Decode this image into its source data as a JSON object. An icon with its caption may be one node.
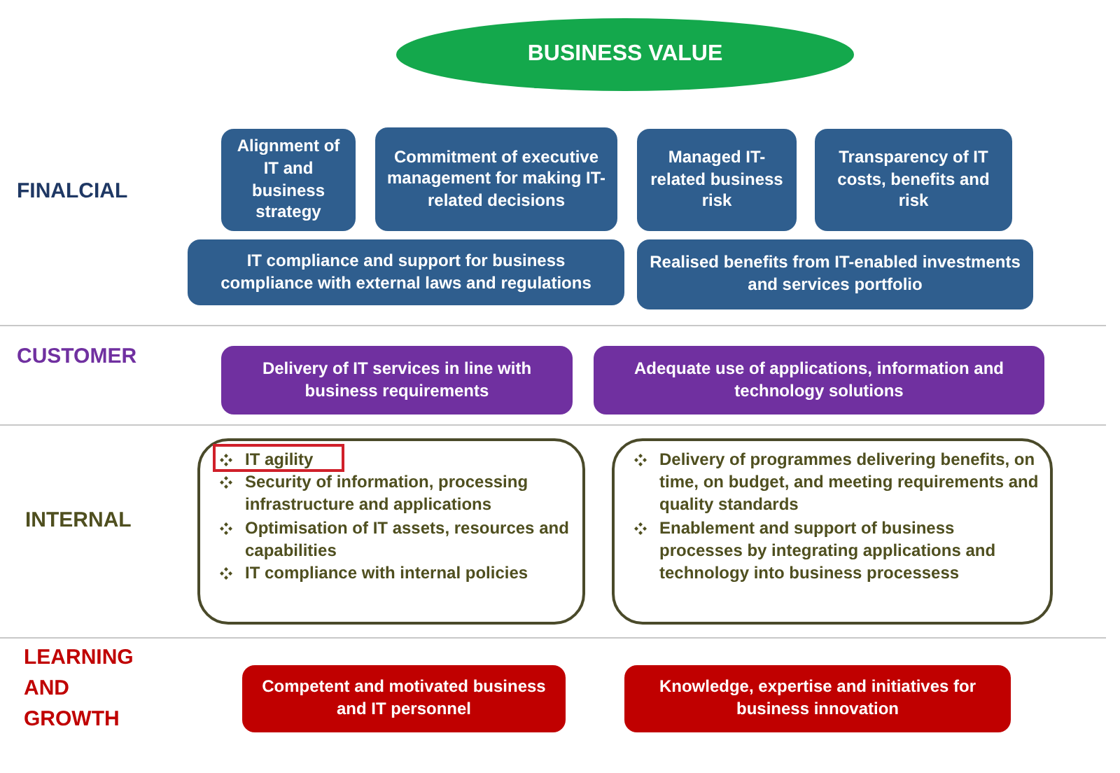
{
  "diagram": {
    "nodes": [
      {
        "text": [
          "BUSINESS VALUE"
        ]
      },
      {
        "text": [
          "Alignment of IT and business strategy"
        ]
      },
      {
        "text": [
          "Commitment of executive management for making IT-related decisions"
        ]
      },
      {
        "text": [
          "Managed IT-related business risk"
        ]
      },
      {
        "text": [
          "Transparency of IT costs, benefits and risk"
        ]
      },
      {
        "text": [
          "IT compliance and support for business compliance with external laws and regulations"
        ]
      },
      {
        "text": [
          "Realised benefits from IT-enabled investments and services portfolio"
        ]
      },
      {
        "text": [
          "Delivery of IT services in line with business requirements"
        ]
      },
      {
        "text": [
          "Adequate use of applications, information and technology solutions"
        ]
      },
      {
        "text": [
          "IT agility",
          "Security of information, processing infrastructure and applications",
          "Optimisation of IT assets, resources and capabilities",
          "IT compliance with internal policies"
        ]
      },
      {
        "text": [
          "Delivery of programmes delivering benefits, on time, on budget, and meeting requirements and quality standards",
          "Enablement and support of business processes by integrating applications and technology into business processess"
        ]
      },
      {
        "text": [
          "Competent and motivated business and IT personnel"
        ]
      },
      {
        "text": [
          "Knowledge, expertise and initiatives for business innovation"
        ]
      }
    ],
    "labels": [
      "FINALCIAL",
      "CUSTOMER",
      "INTERNAL",
      "LEARNING AND GROWTH"
    ]
  }
}
